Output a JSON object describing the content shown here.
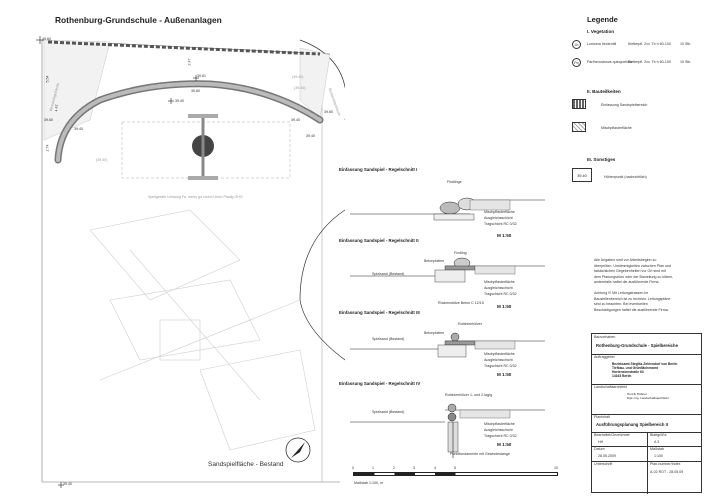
{
  "plan": {
    "title": "Rothenburg-Grundschule - Außenanlagen",
    "area_label": "Sandspielfläche - Bestand",
    "note_grey": "Spielgeräte Leistung Fa. merry go round Ulrich Paulig OHG",
    "levels": {
      "l1": "39.60",
      "l2": "39.81",
      "l3": "39.60",
      "l4": "39.40",
      "l5": "39.60",
      "l6": "39.40",
      "l7": "39.40",
      "l8": "39.60",
      "l9": "39.40",
      "l10": "39.40",
      "g1": "(39.40)",
      "g2": "(39.40)",
      "g3": "(39.40)"
    },
    "dims": {
      "d1": "5.54",
      "d2": "2.47",
      "d3": "2.74",
      "d4": "4.42"
    },
    "edge_label_left": "Bestandsgebäude",
    "edge_label_right": "Bestandsgebäude"
  },
  "legend": {
    "title": "Legende",
    "vegetation_heading": "I. Vegetation",
    "plants": [
      {
        "symbol": "Lh",
        "name": "Lonicera heckrottii",
        "spec": "Kletterpfl. 2xv. Tb h 60-100",
        "qty": "10 Stk."
      },
      {
        "symbol": "Pq",
        "name": "Parthenocissus quinquefolia",
        "spec": "Kletterpfl. 2xv. Tb h 60-100",
        "qty": "10 Stk."
      }
    ],
    "building_heading": "II. Bauteilkeiten",
    "building_items": [
      {
        "label": "Einfassung Sandspielbereich"
      },
      {
        "label": "Mischpflasterfläche"
      }
    ],
    "other_heading": "III. Sonstiges",
    "other_items": [
      {
        "symbol": "39.40",
        "label": "Höhenpunkt (nachrichtlich)"
      }
    ],
    "notes": [
      "Alle Angaben sind vor Arbeitsbeginn zu",
      "überprüfen. Unstimmigkeiten zwischen Plan und",
      "tatsächlichen Gegebenheiten vor Ort sind mit",
      "dem Planungsbüro oder der Bauleitung zu klären,",
      "andernfalls haftet die ausführende Firma.",
      "",
      "Achtung !!! Mit Leitungstrassen im",
      "Baustellenbereich ist zu rechnen. Leitungspläne",
      "sind zu beachten. Bei eventuellen",
      "Beschädigungen haftet die ausführende Firma."
    ]
  },
  "sections": [
    {
      "title": "Einfassung Sandspiel - Regelschnitt I",
      "scale": "M 1:50",
      "labels": [
        "Findlinge",
        "Mischpflasterfläche",
        "Ausgleichsschicht",
        "Tragschicht RC 0/32"
      ]
    },
    {
      "title": "Einfassung Sandspiel - Regelschnitt II",
      "scale": "M 1:50",
      "labels": [
        "Findling",
        "Betonplatten",
        "Spielsand (Bestand)",
        "Mischpflasterfläche",
        "Ausgleichsschicht",
        "Tragschicht RC 0/32",
        "Rückenstütze Beton C 12/15"
      ]
    },
    {
      "title": "Einfassung Sandspiel - Regelschnitt III",
      "scale": "M 1:50",
      "labels": [
        "Robinienhölzer",
        "Betonplatten",
        "Spielsand (Bestand)",
        "Mischpflasterfläche",
        "Ausgleichsschicht",
        "Tragschicht RC 0/32"
      ]
    },
    {
      "title": "Einfassung Sandspiel - Regelschnitt IV",
      "scale": "M 1:50",
      "labels": [
        "Robinienhölzer 1- und 2-lagig",
        "Spielsand (Bestand)",
        "Mischpflasterfläche",
        "Ausgleichsschicht",
        "Tragschicht RC 0/32",
        "Punktfundamente mit Gewindestange"
      ]
    }
  ],
  "scalebar": {
    "ticks": [
      "0",
      "1",
      "2",
      "3",
      "4",
      "5",
      "10"
    ],
    "label": "Maßstab  1:100, m"
  },
  "titleblock": {
    "bauvorhaben_label": "Bauvorhaben",
    "bauvorhaben": "Rothenburg-Grundschule - Spielbereiche",
    "auftraggeber_label": "Auftraggeber",
    "auftraggeber": [
      "Bezirksamt Steglitz-Zehlendorf von Berlin",
      "Tiefbau- und Grünflächenamt",
      "Hortensienstraße 63",
      "14163 Berlin"
    ],
    "planer_label": "Landschaftsarchitekt",
    "planer": [
      "Henrik Hübner",
      "Dipl.-Ing. Landschaftsarchitekt"
    ],
    "planinhalt_label": "Planinhalt",
    "planinhalt": "Ausführungsplanung Spielbereich II",
    "cells": [
      {
        "label": "Bearbeitet/Gezeichnet",
        "value": "HH"
      },
      {
        "label": "Blattgröße",
        "value": "A 3"
      },
      {
        "label": "Datum",
        "value": "28.05.2009"
      },
      {
        "label": "Maßstab",
        "value": "1:100"
      },
      {
        "label": "Unterschrift",
        "value": ""
      },
      {
        "label": "Plan-number/Index",
        "value": "A-02 ROT - 28.05.09"
      }
    ]
  }
}
